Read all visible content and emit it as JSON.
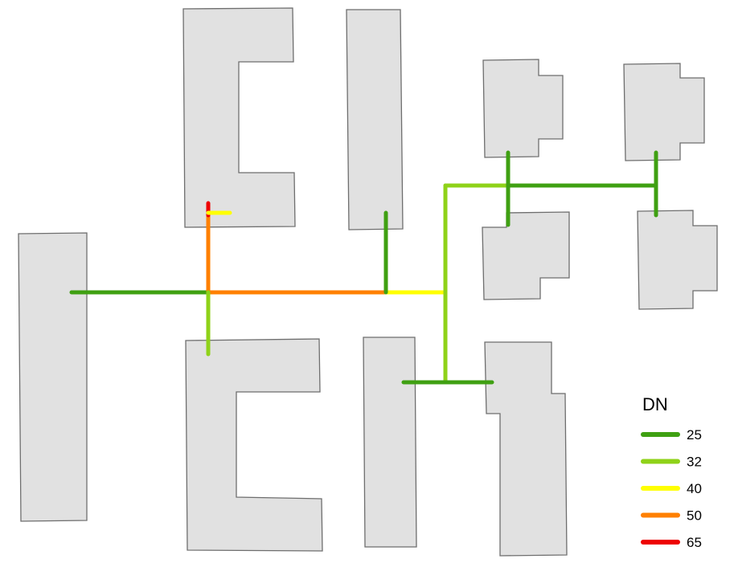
{
  "legend": {
    "title": "DN",
    "classes": [
      {
        "label": "25",
        "value": 25,
        "color": "#3fa012"
      },
      {
        "label": "32",
        "value": 32,
        "color": "#8fd219"
      },
      {
        "label": "40",
        "value": 40,
        "color": "#ffff00"
      },
      {
        "label": "50",
        "value": 50,
        "color": "#ff8000"
      },
      {
        "label": "65",
        "value": 65,
        "color": "#ee0000"
      }
    ]
  },
  "building_style": {
    "fill": "#e1e1e1",
    "stroke": "#6e6e6e"
  },
  "pipes": [
    {
      "id": "main-left",
      "dn": 25
    },
    {
      "id": "main-mid",
      "dn": 50
    },
    {
      "id": "main-right",
      "dn": 40
    },
    {
      "id": "riser-left-up",
      "dn": 50
    },
    {
      "id": "riser-left-top",
      "dn": 65
    },
    {
      "id": "stub-left-top",
      "dn": 40
    },
    {
      "id": "riser-left-down",
      "dn": 32
    },
    {
      "id": "branch-center",
      "dn": 25
    },
    {
      "id": "riser-right",
      "dn": 32
    },
    {
      "id": "branch-upper-right",
      "dn": 32
    },
    {
      "id": "branch-upper-far",
      "dn": 25
    },
    {
      "id": "drop-a",
      "dn": 25
    },
    {
      "id": "drop-b",
      "dn": 25
    },
    {
      "id": "branch-lower",
      "dn": 25
    }
  ]
}
